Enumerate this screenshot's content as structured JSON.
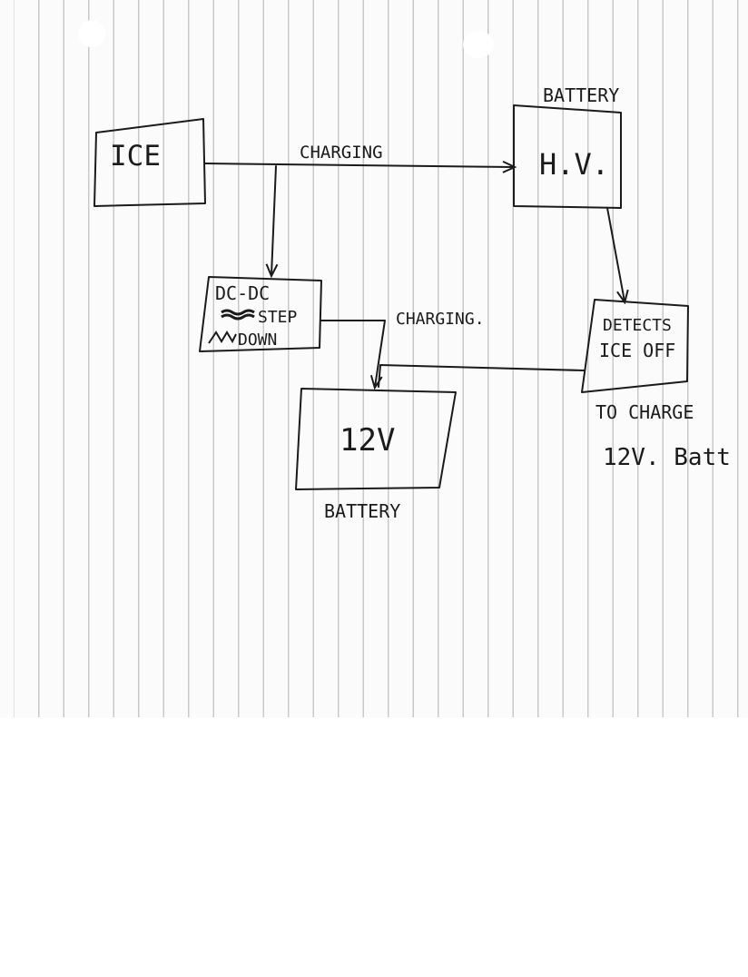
{
  "diagram": {
    "nodes": {
      "ice": {
        "label": "ICE"
      },
      "hv_battery": {
        "label": "H.V.",
        "caption": "BATTERY"
      },
      "dcdc": {
        "line1": "DC-DC",
        "line2": "STEP",
        "line3": "DOWN"
      },
      "detects": {
        "line1": "DETECTS",
        "line2": "ICE OFF"
      },
      "battery_12v": {
        "label": "12V",
        "caption": "BATTERY"
      }
    },
    "edges": {
      "ice_to_hv": {
        "label": "CHARGING"
      },
      "dcdc_to_12v": {
        "label": "CHARGING."
      }
    },
    "notes": {
      "line1": "TO CHARGE",
      "line2": "12V. Batt"
    }
  }
}
